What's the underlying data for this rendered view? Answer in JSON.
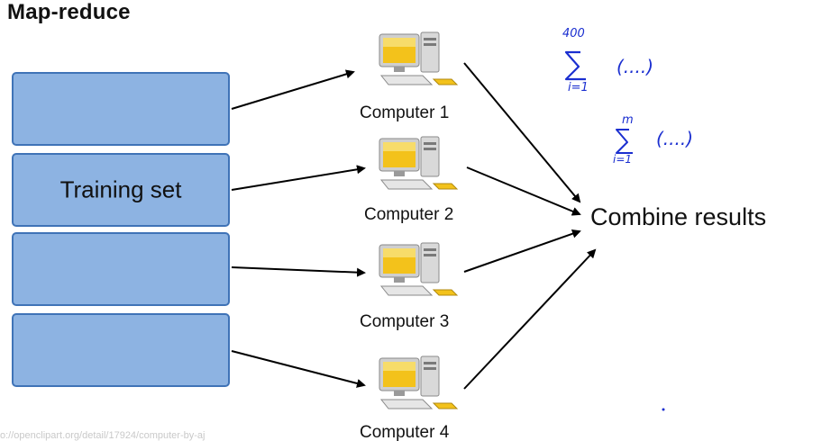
{
  "title": "Map-reduce",
  "training_set_label": "Training set",
  "computers": [
    {
      "label": "Computer 1"
    },
    {
      "label": "Computer 2"
    },
    {
      "label": "Computer 3"
    },
    {
      "label": "Computer 4"
    }
  ],
  "combine_label": "Combine results",
  "annotations": {
    "sum1_upper": "400",
    "sum1_lower": "i=1",
    "sum1_body": "(....)",
    "sum2_upper": "m",
    "sum2_lower": "i=1",
    "sum2_body": "(....)"
  },
  "source_note": "o://openclipart.org/detail/17924/computer-by-aj",
  "colors": {
    "block_fill": "#8db3e2",
    "block_border": "#3f73b7",
    "ink_blue": "#1b2fd0"
  }
}
